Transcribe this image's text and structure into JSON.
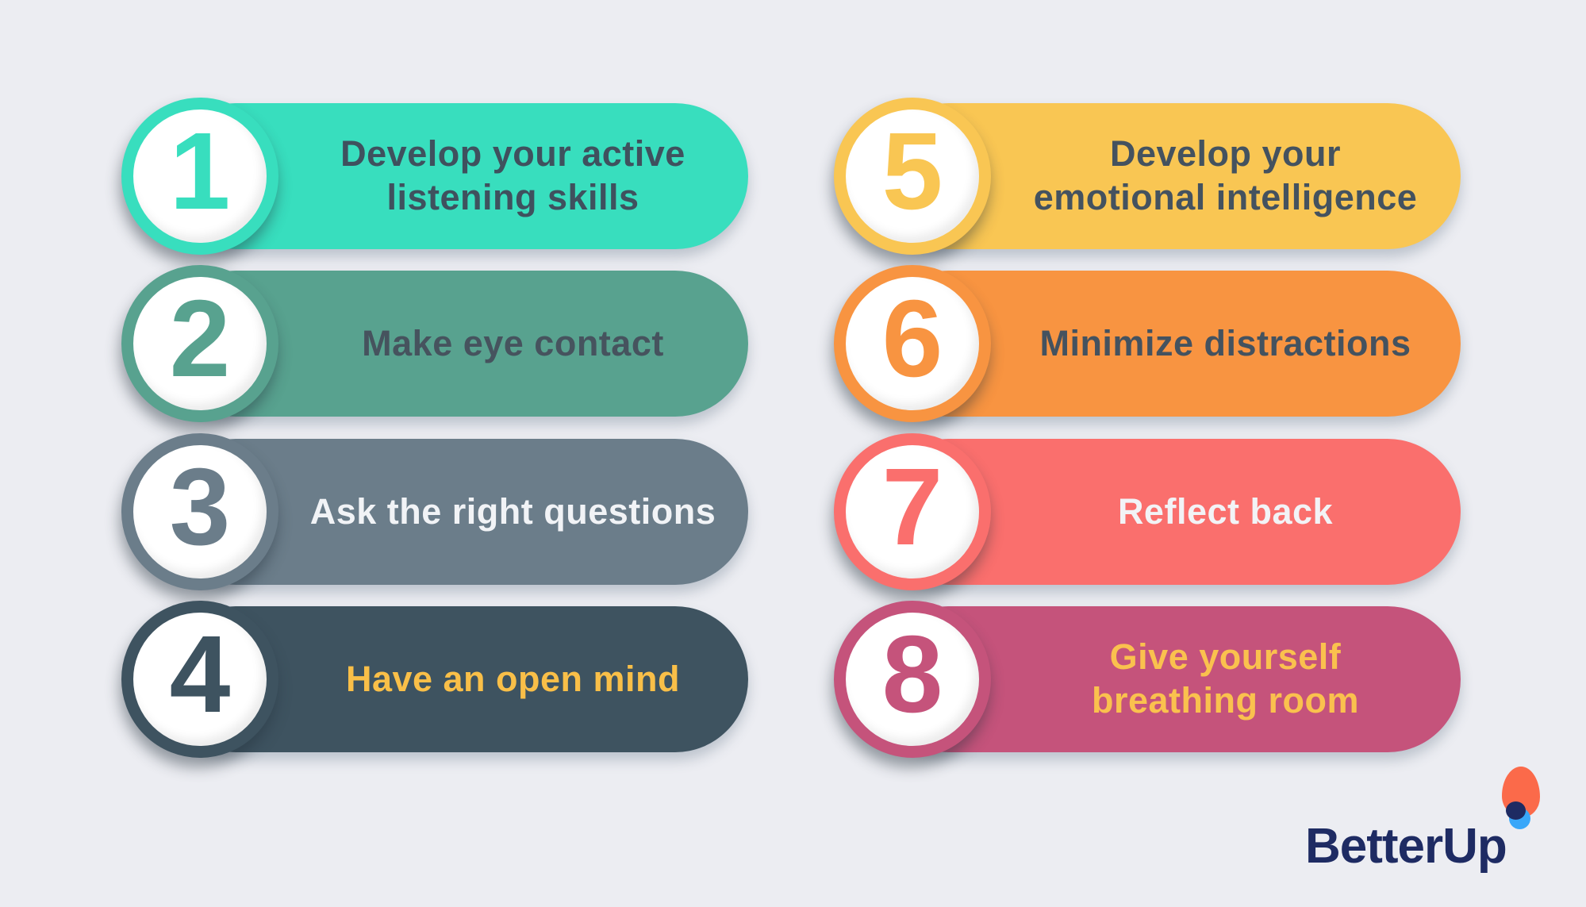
{
  "background_color": "#ECEDF2",
  "tips": [
    {
      "number": "1",
      "label": "Develop your active\nlistening skills",
      "bg": "#38DEBE",
      "fg": "#3F515E"
    },
    {
      "number": "2",
      "label": "Make eye contact",
      "bg": "#58A28F",
      "fg": "#46535E"
    },
    {
      "number": "3",
      "label": "Ask the right questions",
      "bg": "#6B7D8A",
      "fg": "#F1F3F6"
    },
    {
      "number": "4",
      "label": "Have an open mind",
      "bg": "#3E5360",
      "fg": "#F9BF48"
    },
    {
      "number": "5",
      "label": "Develop your\nemotional intelligence",
      "bg": "#F9C653",
      "fg": "#44525F"
    },
    {
      "number": "6",
      "label": "Minimize distractions",
      "bg": "#F89441",
      "fg": "#44525F"
    },
    {
      "number": "7",
      "label": "Reflect back",
      "bg": "#FA6F6D",
      "fg": "#F2F3F6"
    },
    {
      "number": "8",
      "label": "Give yourself\nbreathing room",
      "bg": "#C5537B",
      "fg": "#FAC14E"
    }
  ],
  "logo": {
    "text": "BetterUp",
    "text_color": "#1E2B63",
    "mark": {
      "flame_color": "#FB6A4A",
      "navy_dot_color": "#1E2B63",
      "blue_dot_color": "#39A7F9"
    }
  }
}
